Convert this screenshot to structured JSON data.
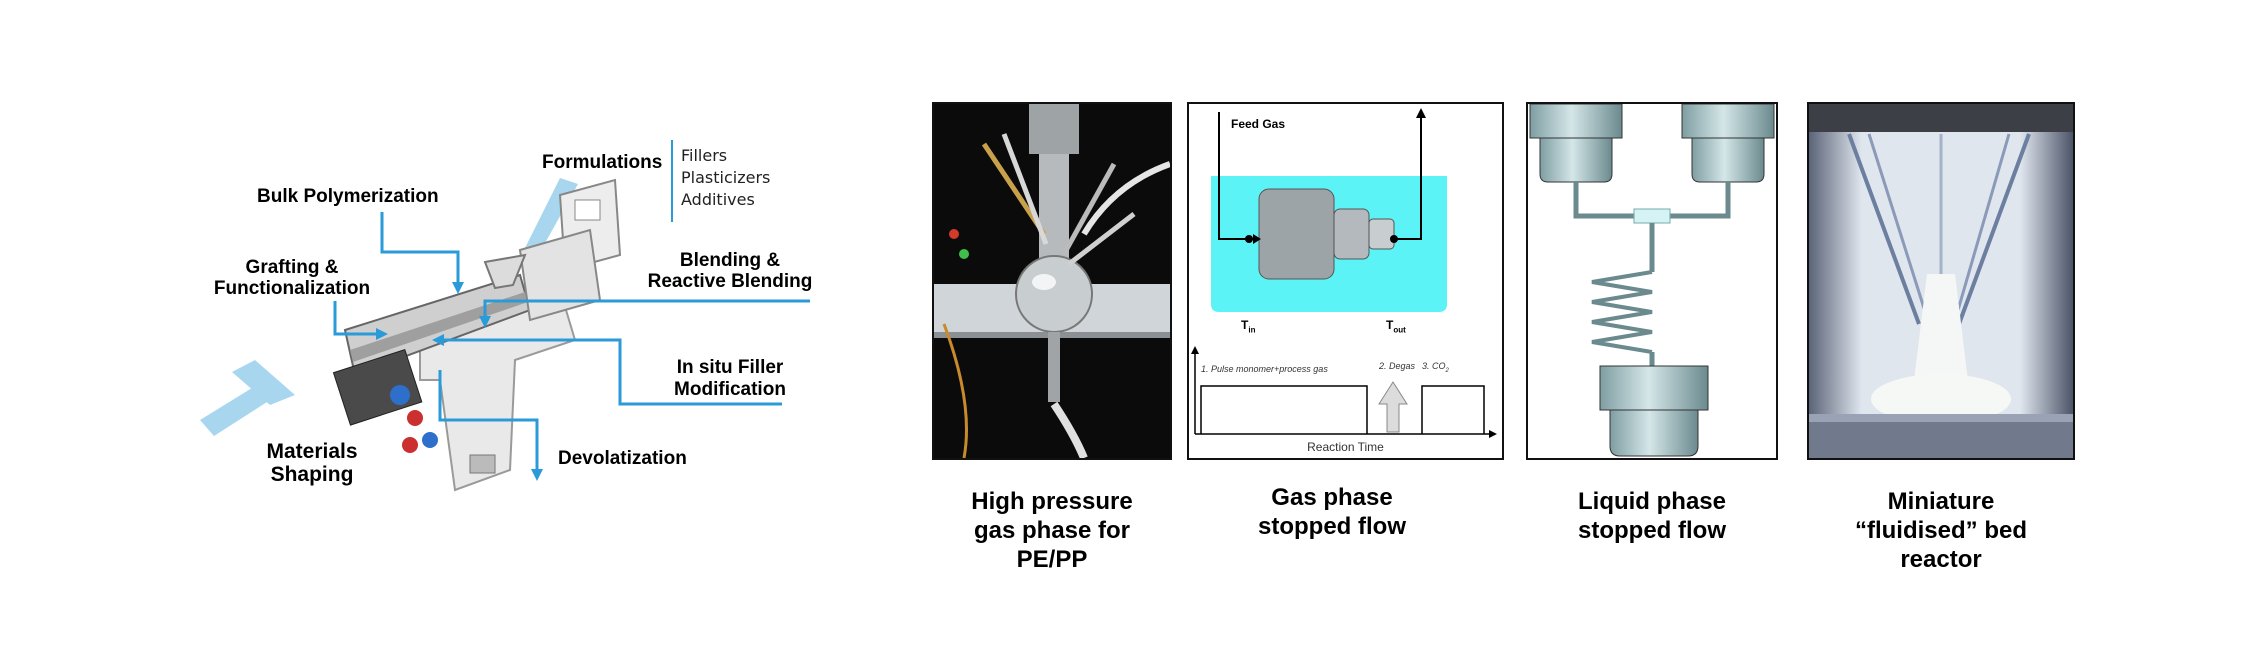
{
  "extruder": {
    "labels": {
      "bulk_polymerization": "Bulk Polymerization",
      "grafting": "Grafting &",
      "functionalization": "Functionalization",
      "formulations": "Formulations",
      "blending": "Blending &",
      "reactive_blending": "Reactive Blending",
      "in_situ_filler": "In situ Filler",
      "modification": "Modification",
      "materials": "Materials",
      "shaping": "Shaping",
      "devolatization": "Devolatization"
    },
    "formulation_items": [
      "Fillers",
      "Plasticizers",
      "Additives"
    ],
    "colors": {
      "arrow": "#2a9bd8",
      "arrow_light": "#a9d6ef"
    }
  },
  "panels": [
    {
      "id": "high-pressure",
      "caption_lines": [
        "High pressure",
        "gas phase for",
        "PE/PP"
      ]
    },
    {
      "id": "gas-phase",
      "caption_lines": [
        "Gas phase",
        "stopped flow"
      ]
    },
    {
      "id": "liquid-phase",
      "caption_lines": [
        "Liquid phase",
        "stopped flow"
      ]
    },
    {
      "id": "fluidised-bed",
      "caption_lines": [
        "Miniature",
        "“fluidised” bed",
        "reactor"
      ]
    }
  ],
  "gas_diagram": {
    "feed_gas": "Feed Gas",
    "t_in_main": "T",
    "t_in_sub": "in",
    "t_out_main": "T",
    "t_out_sub": "out",
    "step1": "1. Pulse monomer+process gas",
    "step2": "2. Degas",
    "step3": "3.  CO",
    "step3_sub": "2",
    "x_axis": "Reaction Time",
    "colors": {
      "bath": "#5cf3f7"
    }
  }
}
